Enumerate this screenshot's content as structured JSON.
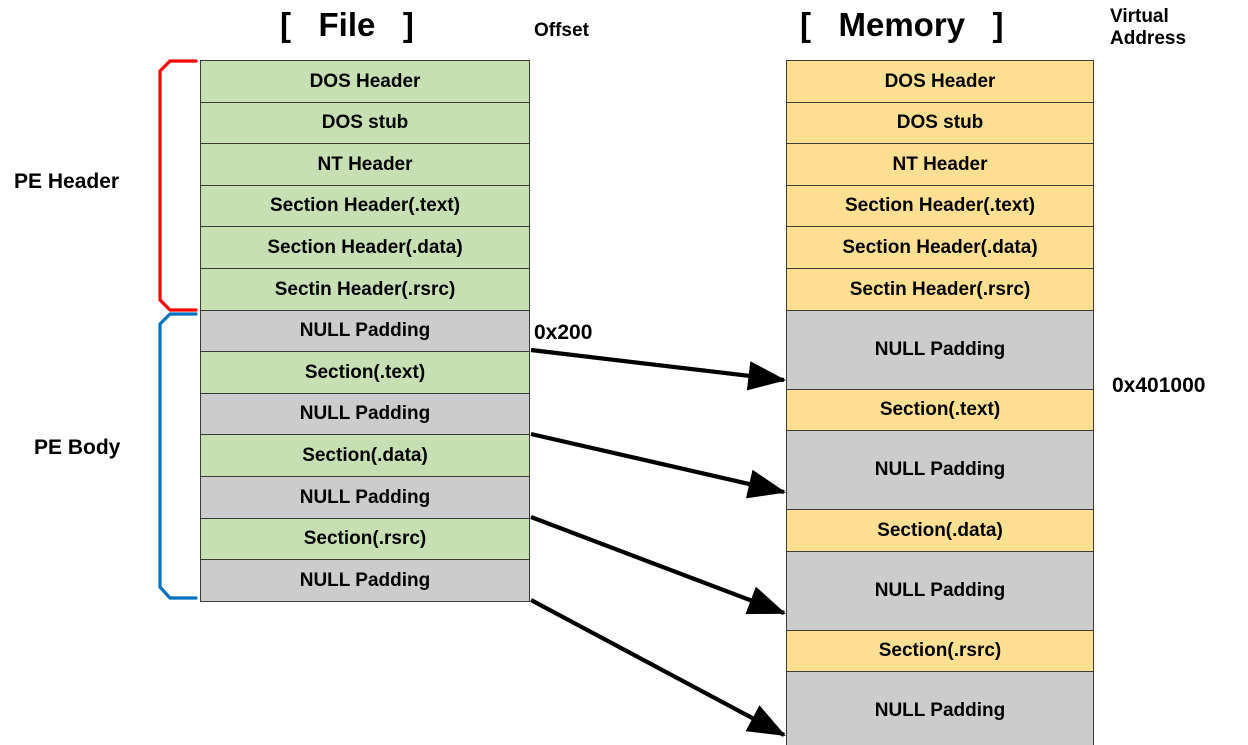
{
  "diagram": {
    "title_file": "[   File   ]",
    "title_memory": "[   Memory   ]",
    "label_offset": "Offset",
    "label_virtual_address": "Virtual\nAddress",
    "label_pe_header": "PE Header",
    "label_pe_body": "PE Body",
    "offset_value": "0x200",
    "virtual_address_value": "0x401000",
    "colors": {
      "file_section": "#c6e0b4",
      "memory_section": "#ffe093",
      "null_padding": "#cccccc",
      "border": "#3a3a36",
      "pe_header_brace": "#ff0000",
      "pe_body_brace": "#0070c0",
      "arrow": "#000000"
    }
  },
  "file_column": {
    "rows": [
      {
        "label": "DOS Header",
        "kind": "section"
      },
      {
        "label": "DOS stub",
        "kind": "section"
      },
      {
        "label": "NT Header",
        "kind": "section"
      },
      {
        "label": "Section Header(.text)",
        "kind": "section"
      },
      {
        "label": "Section Header(.data)",
        "kind": "section"
      },
      {
        "label": "Sectin Header(.rsrc)",
        "kind": "section"
      },
      {
        "label": "NULL Padding",
        "kind": "padding"
      },
      {
        "label": "Section(.text)",
        "kind": "section"
      },
      {
        "label": "NULL Padding",
        "kind": "padding"
      },
      {
        "label": "Section(.data)",
        "kind": "section"
      },
      {
        "label": "NULL Padding",
        "kind": "padding"
      },
      {
        "label": "Section(.rsrc)",
        "kind": "section"
      },
      {
        "label": "NULL Padding",
        "kind": "padding"
      }
    ]
  },
  "memory_column": {
    "rows": [
      {
        "label": "DOS Header",
        "kind": "section"
      },
      {
        "label": "DOS stub",
        "kind": "section"
      },
      {
        "label": "NT Header",
        "kind": "section"
      },
      {
        "label": "Section Header(.text)",
        "kind": "section"
      },
      {
        "label": "Section Header(.data)",
        "kind": "section"
      },
      {
        "label": "Sectin Header(.rsrc)",
        "kind": "section"
      },
      {
        "label": "NULL Padding",
        "kind": "padding"
      },
      {
        "label": "Section(.text)",
        "kind": "section"
      },
      {
        "label": "NULL Padding",
        "kind": "padding"
      },
      {
        "label": "Section(.data)",
        "kind": "section"
      },
      {
        "label": "NULL Padding",
        "kind": "padding"
      },
      {
        "label": "Section(.rsrc)",
        "kind": "section"
      },
      {
        "label": "NULL Padding",
        "kind": "padding"
      }
    ]
  },
  "mappings": [
    {
      "from": "file NULL Padding / Section(.text) boundary",
      "to": "memory Section(.text) top"
    },
    {
      "from": "file NULL Padding / Section(.data) boundary",
      "to": "memory Section(.data) top"
    },
    {
      "from": "file NULL Padding / Section(.rsrc) boundary",
      "to": "memory Section(.rsrc) top"
    },
    {
      "from": "file end of NULL Padding",
      "to": "memory end of NULL Padding"
    }
  ]
}
